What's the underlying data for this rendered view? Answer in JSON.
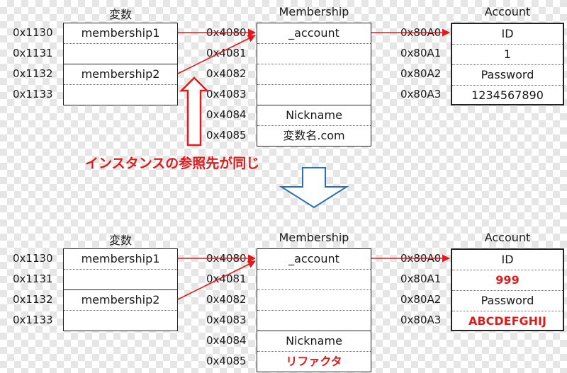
{
  "top": {
    "var_title": "変数",
    "mem_title": "Membership",
    "acc_title": "Account",
    "var_addrs": [
      "0x1130",
      "0x1131",
      "0x1132",
      "0x1133"
    ],
    "var_cells": [
      "membership1",
      "",
      "membership2",
      ""
    ],
    "mem_addrs": [
      "0x4080",
      "0x4081",
      "0x4082",
      "0x4083",
      "0x4084",
      "0x4085"
    ],
    "mem_cells": [
      "_account",
      "",
      "",
      "",
      "Nickname",
      "変数名.com"
    ],
    "acc_addrs": [
      "0x80A0",
      "0x80A1",
      "0x80A2",
      "0x80A3"
    ],
    "acc_cells": [
      "ID",
      "1",
      "Password",
      "1234567890"
    ]
  },
  "caption": "インスタンスの参照先が同じ",
  "bottom": {
    "var_title": "変数",
    "mem_title": "Membership",
    "acc_title": "Account",
    "var_addrs": [
      "0x1130",
      "0x1131",
      "0x1132",
      "0x1133"
    ],
    "var_cells": [
      "membership1",
      "",
      "membership2",
      ""
    ],
    "mem_addrs": [
      "0x4080",
      "0x4081",
      "0x4082",
      "0x4083",
      "0x4084",
      "0x4085"
    ],
    "mem_cells": [
      "_account",
      "",
      "",
      "",
      "Nickname",
      "リファクタ"
    ],
    "acc_addrs": [
      "0x80A0",
      "0x80A1",
      "0x80A2",
      "0x80A3"
    ],
    "acc_cells": [
      "ID",
      "999",
      "Password",
      "ABCDEFGHIJ"
    ]
  },
  "colors": {
    "red": "#e11b1b",
    "blue": "#2b6fb5"
  }
}
